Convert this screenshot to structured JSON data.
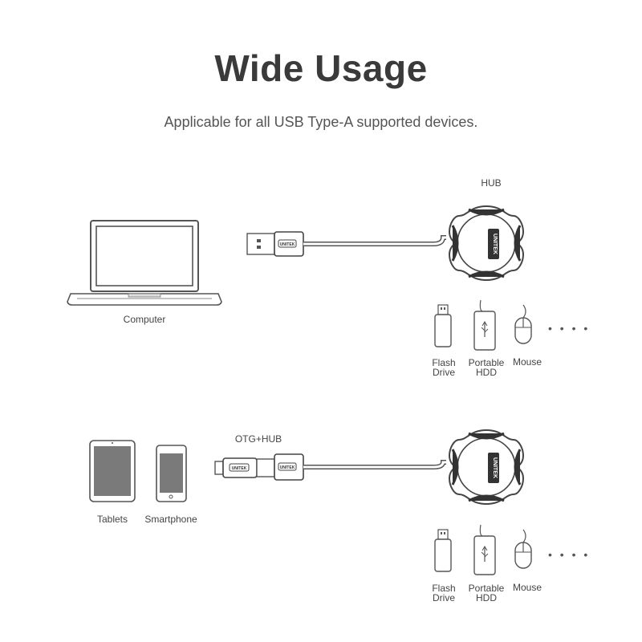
{
  "title": "Wide Usage",
  "subtitle": "Applicable for all USB Type-A supported devices.",
  "brand": "UNITEK",
  "top_section": {
    "hub_label": "HUB",
    "source_label": "Computer",
    "devices": [
      {
        "label_line1": "Flash",
        "label_line2": "Drive"
      },
      {
        "label_line1": "Portable",
        "label_line2": "HDD"
      },
      {
        "label_line1": "Mouse",
        "label_line2": ""
      }
    ],
    "more": "• • • •"
  },
  "bottom_section": {
    "hub_label": "OTG+HUB",
    "sources": [
      "Tablets",
      "Smartphone"
    ],
    "devices": [
      {
        "label_line1": "Flash",
        "label_line2": "Drive"
      },
      {
        "label_line1": "Portable",
        "label_line2": "HDD"
      },
      {
        "label_line1": "Mouse",
        "label_line2": ""
      }
    ],
    "more": "• • • •"
  },
  "colors": {
    "line": "#555555",
    "fill_dark": "#7a7a7a",
    "text": "#444444"
  }
}
